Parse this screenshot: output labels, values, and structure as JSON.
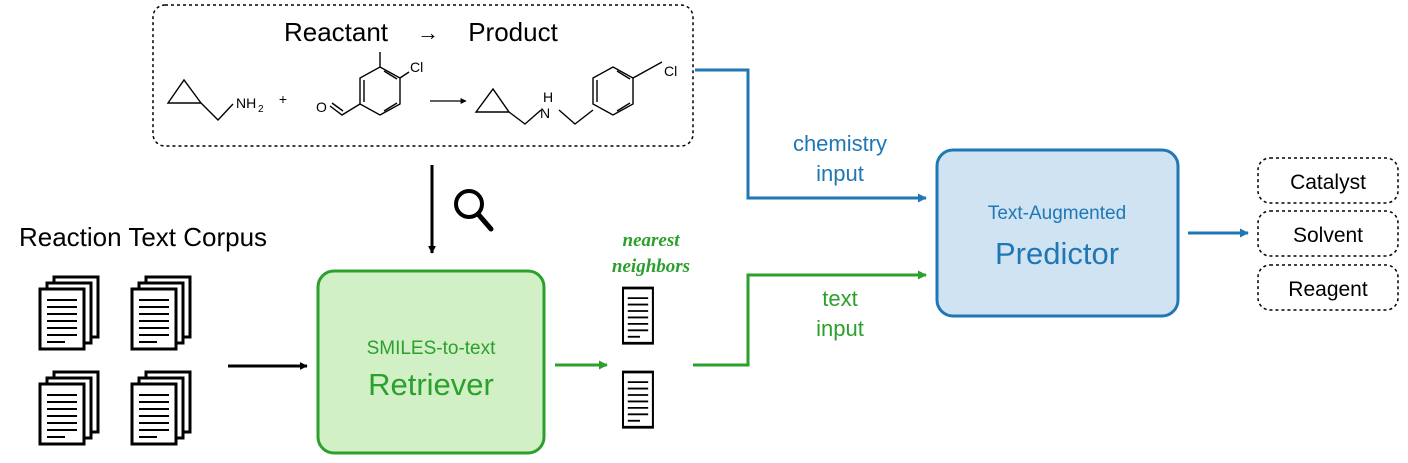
{
  "reaction": {
    "title_left": "Reactant",
    "title_arrow": "→",
    "title_right": "Product",
    "nh2_label": "NH",
    "nh2_sub": "2",
    "plus": "+",
    "oxygen_label": "O",
    "chloro_label_1": "Cl",
    "nh_label": "H",
    "n_label": "N",
    "chloro_label_2": "Cl"
  },
  "corpus": {
    "label": "Reaction Text Corpus"
  },
  "retriever": {
    "line1": "SMILES-to-text",
    "line2": "Retriever"
  },
  "neighbors": {
    "line1": "nearest",
    "line2": "neighbors"
  },
  "predictor": {
    "line1": "Text-Augmented",
    "line2": "Predictor"
  },
  "edges": {
    "chemistry_line1": "chemistry",
    "chemistry_line2": "input",
    "text_line1": "text",
    "text_line2": "input"
  },
  "outputs": [
    "Catalyst",
    "Solvent",
    "Reagent"
  ],
  "colors": {
    "blue": "#1f77b4",
    "blue_fill": "#cfe3f3",
    "green": "#2ca02c",
    "green_fill": "#d2f0c6",
    "black": "#000000"
  }
}
